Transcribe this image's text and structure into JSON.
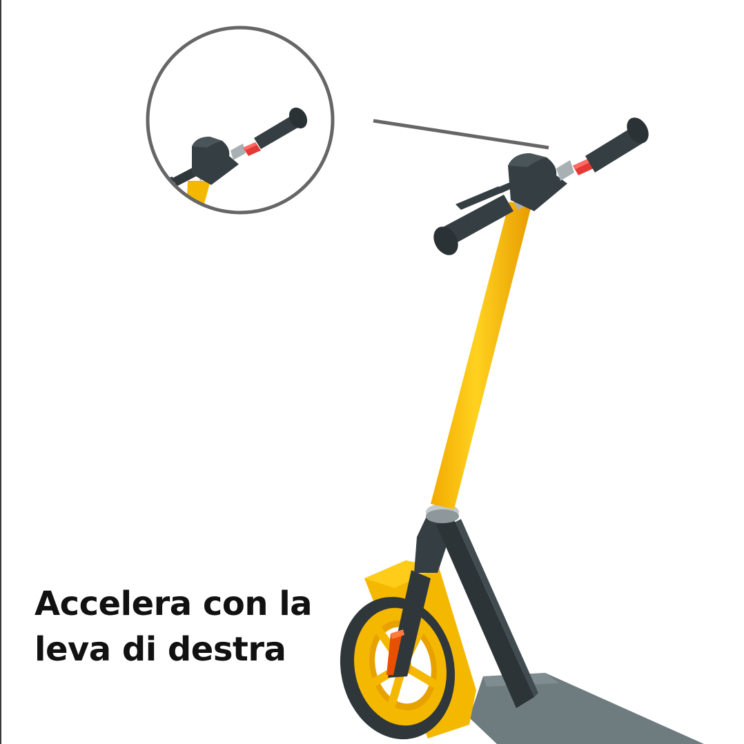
{
  "instruction": {
    "line1": "Accelera con la",
    "line2": "leva di destra"
  },
  "colors": {
    "frame_yellow": "#F5B800",
    "deck_gray": "#6E7B7F",
    "dark_body": "#353E42",
    "throttle_red": "#E53935",
    "callout_gray": "#666666"
  },
  "illustration": {
    "subject": "electric-scooter",
    "highlight": "right-hand-throttle-lever"
  }
}
